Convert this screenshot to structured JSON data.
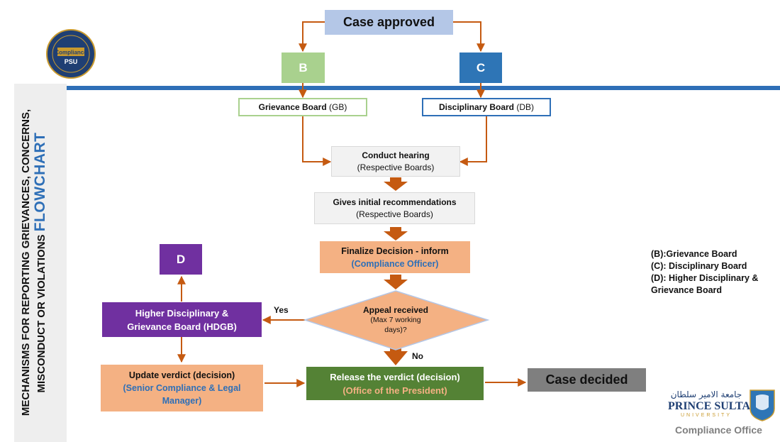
{
  "colors": {
    "arrow": "#c55a11",
    "blue_bar": "#2e6fb7",
    "node_b": "#a9d18e",
    "node_c": "#2e75b6",
    "node_d": "#7030a0",
    "peach": "#f4b183",
    "green": "#548235",
    "gray": "#7f7f7f",
    "light_gray": "#f2f2f2",
    "light_blue": "#b4c7e7"
  },
  "sidebar": {
    "line1": "MECHANISMS FOR REPORTING GRIEVANCES, CONCERNS,",
    "line2_prefix": "MISCONDUCT OR VIOLATIONS ",
    "line2_highlight": "FLOWCHART"
  },
  "compliance_logo": {
    "top_text": "Compliance",
    "bottom_text": "PSU"
  },
  "nodes": {
    "case_approved": "Case approved",
    "b": "B",
    "c": "C",
    "d": "D",
    "grievance_board": {
      "name": "Grievance Board",
      "abbr": "(GB)"
    },
    "disciplinary_board": {
      "name": "Disciplinary Board",
      "abbr": "(DB)"
    },
    "conduct_hearing": {
      "title": "Conduct hearing",
      "sub": "(Respective Boards)"
    },
    "initial_recommendations": {
      "title": "Gives initial recommendations",
      "sub": "(Respective Boards)"
    },
    "finalize_decision": {
      "title": "Finalize Decision - inform",
      "sub": "(Compliance Officer)"
    },
    "appeal": {
      "title": "Appeal received",
      "sub1": "(Max 7 working",
      "sub2": "days)?"
    },
    "hdgb": {
      "line1": "Higher Disciplinary &",
      "line2": "Grievance Board (HDGB)"
    },
    "update_verdict": {
      "title": "Update verdict (decision)",
      "sub1": "(Senior Compliance & Legal",
      "sub2": "Manager)"
    },
    "release_verdict": {
      "title": "Release the  verdict (decision)",
      "sub": "(Office of the President)"
    },
    "case_decided": "Case decided"
  },
  "edge_labels": {
    "yes": "Yes",
    "no": "No"
  },
  "legend": [
    "(B):Grievance Board",
    "(C): Disciplinary Board",
    "(D): Higher Disciplinary &",
    "Grievance Board"
  ],
  "university_logo": {
    "arabic": "جامعة الامير سلطان",
    "name": "PRINCE SULTAN",
    "sub": "UNIVERSITY",
    "office": "Compliance Office"
  }
}
